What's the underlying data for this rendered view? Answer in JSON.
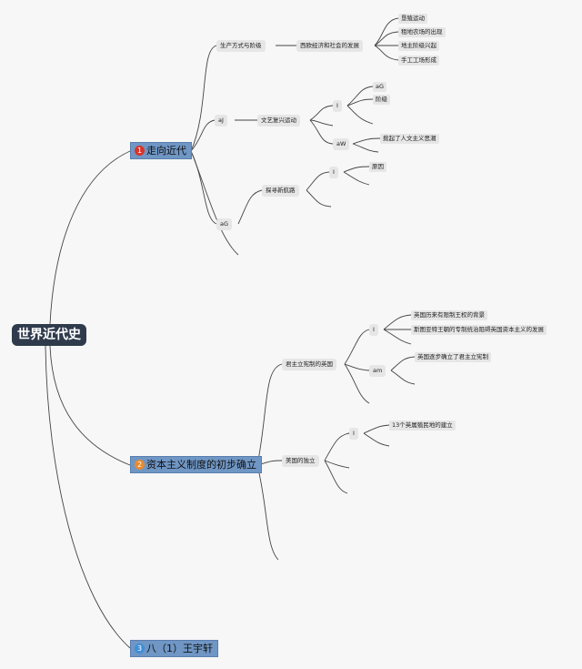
{
  "root": {
    "label": "世界近代史"
  },
  "topics": [
    {
      "num": "1",
      "label": "走向近代",
      "children": [
        {
          "label": "生产方式与阶级",
          "child": {
            "label": "西欧经济和社会的发展",
            "leaves": [
              "垦殖运动",
              "租地农场的出现",
              "地主阶级兴起",
              "手工工场形成"
            ]
          }
        },
        {
          "label": "aJ",
          "child": {
            "label": "文艺复兴运动",
            "items": [
              {
                "label": "I",
                "leaves": [
                  "aG",
                  "阶级"
                ]
              },
              {
                "label": "aW",
                "leaves": [
                  "掀起了人文主义思潮"
                ]
              }
            ]
          }
        },
        {
          "label": "aG",
          "child": {
            "label": "探寻新航路",
            "items": [
              {
                "label": "I",
                "leaves": [
                  "原因"
                ]
              }
            ]
          }
        }
      ]
    },
    {
      "num": "2",
      "label": "资本主义制度的初步确立",
      "children": [
        {
          "label": "君主立宪制的英国",
          "items": [
            {
              "label": "I",
              "leaves": [
                "英国历来有限制王权的背景",
                "斯图亚特王朝的专制统治阻碍英国资本主义的发展"
              ]
            },
            {
              "label": "am",
              "leaves": [
                "英国逐步确立了君主立宪制"
              ]
            }
          ]
        },
        {
          "label": "美国的独立",
          "items": [
            {
              "label": "I",
              "leaves": [
                "13个英属殖民地的建立"
              ]
            }
          ]
        }
      ]
    },
    {
      "num": "3",
      "label": "八（1）王宇轩",
      "children": []
    }
  ]
}
